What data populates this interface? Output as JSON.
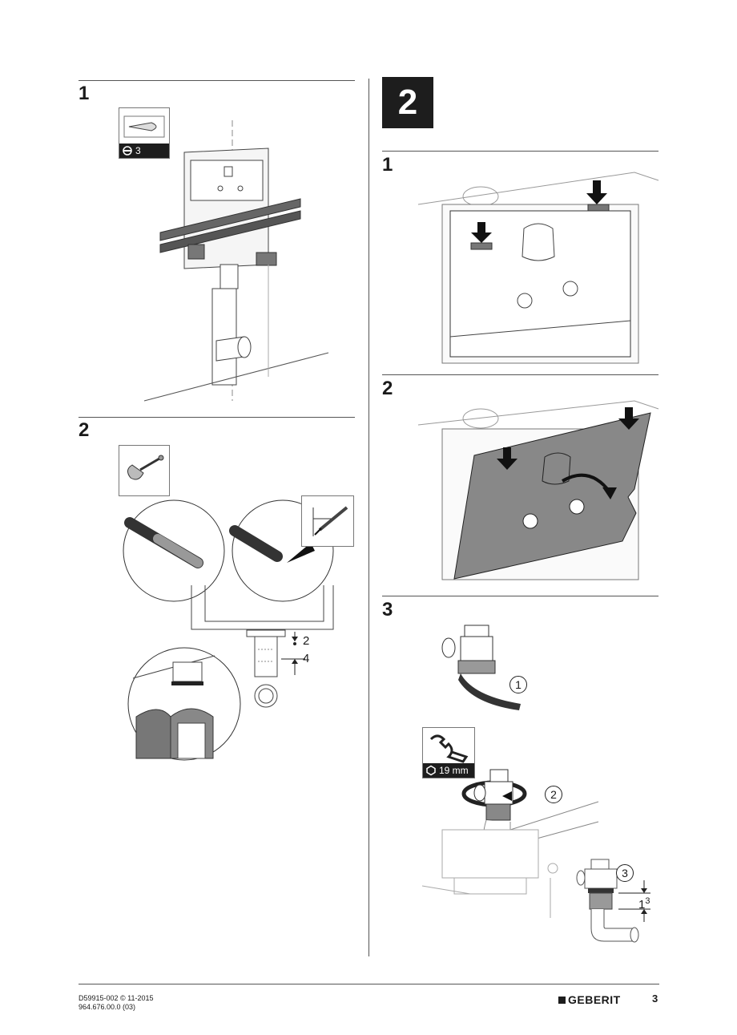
{
  "left": {
    "step1": {
      "number": "1",
      "tool_badge": "3",
      "tool_icon": "screwdriver-icon"
    },
    "step2": {
      "number": "2",
      "tool_icon": "pipe-cutter-icon",
      "dim_a": "2",
      "dim_b": "4"
    }
  },
  "right": {
    "section_number": "2",
    "step1": {
      "number": "1"
    },
    "step2": {
      "number": "2"
    },
    "step3": {
      "number": "3",
      "callout1": "1",
      "callout2": "2",
      "callout3": "3",
      "wrench_badge": "19 mm",
      "tool_icon": "wrench-icon",
      "dim_base": "1",
      "dim_exp": "3"
    }
  },
  "footer": {
    "doc_code": "D59915-002 © 11-2015",
    "article": "964.676.00.0 (03)",
    "brand": "GEBERIT",
    "page": "3"
  }
}
